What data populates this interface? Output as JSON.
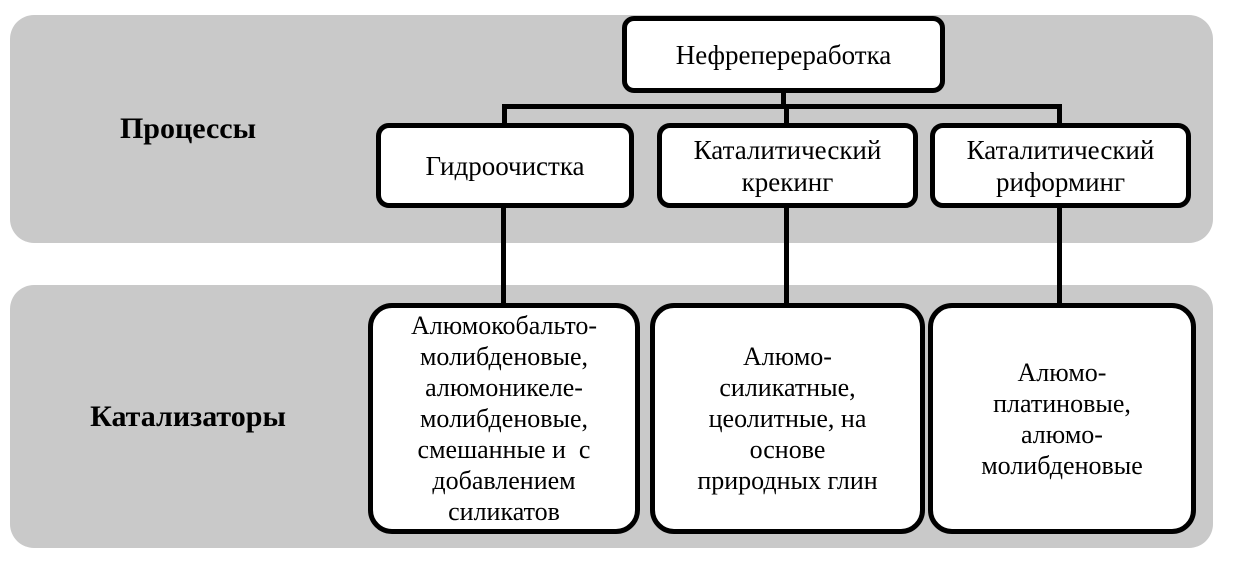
{
  "diagram": {
    "root": {
      "label": "Нефрепереработка"
    },
    "row_labels": {
      "processes": "Процессы",
      "catalysts": "Катализаторы"
    },
    "processes": [
      {
        "label": "Гидроочистка"
      },
      {
        "label": "Каталитический крекинг"
      },
      {
        "label": "Каталитический риформинг"
      }
    ],
    "catalysts": [
      {
        "label": "Алюмокобальто-\nмолибденовые,\nалюмоникеле-\nмолибденовые,\nсмешанные и  с\nдобавлением\nсиликатов"
      },
      {
        "label": "Алюмо-\nсиликатные,\nцеолитные, на\nоснове\nприродных глин"
      },
      {
        "label": "Алюмо-\nплатиновые,\nалюмо-\nмолибденовые"
      }
    ],
    "edges": [
      {
        "from": "Нефрепереработка",
        "to": "Гидроочистка"
      },
      {
        "from": "Нефрепереработка",
        "to": "Каталитический крекинг"
      },
      {
        "from": "Нефрепереработка",
        "to": "Каталитический риформинг"
      },
      {
        "from": "Гидроочистка",
        "to": "Алюмокобальто-молибденовые, алюмоникеле-молибденовые, смешанные и с добавлением силикатов"
      },
      {
        "from": "Каталитический крекинг",
        "to": "Алюмо-силикатные, цеолитные, на основе природных глин"
      },
      {
        "from": "Каталитический риформинг",
        "to": "Алюмо-платиновые, алюмо-молибденовые"
      }
    ],
    "colors": {
      "band_background": "#c9c9c9",
      "node_fill": "#ffffff",
      "node_border": "#000000",
      "text": "#000000",
      "page_background": "#ffffff"
    }
  }
}
